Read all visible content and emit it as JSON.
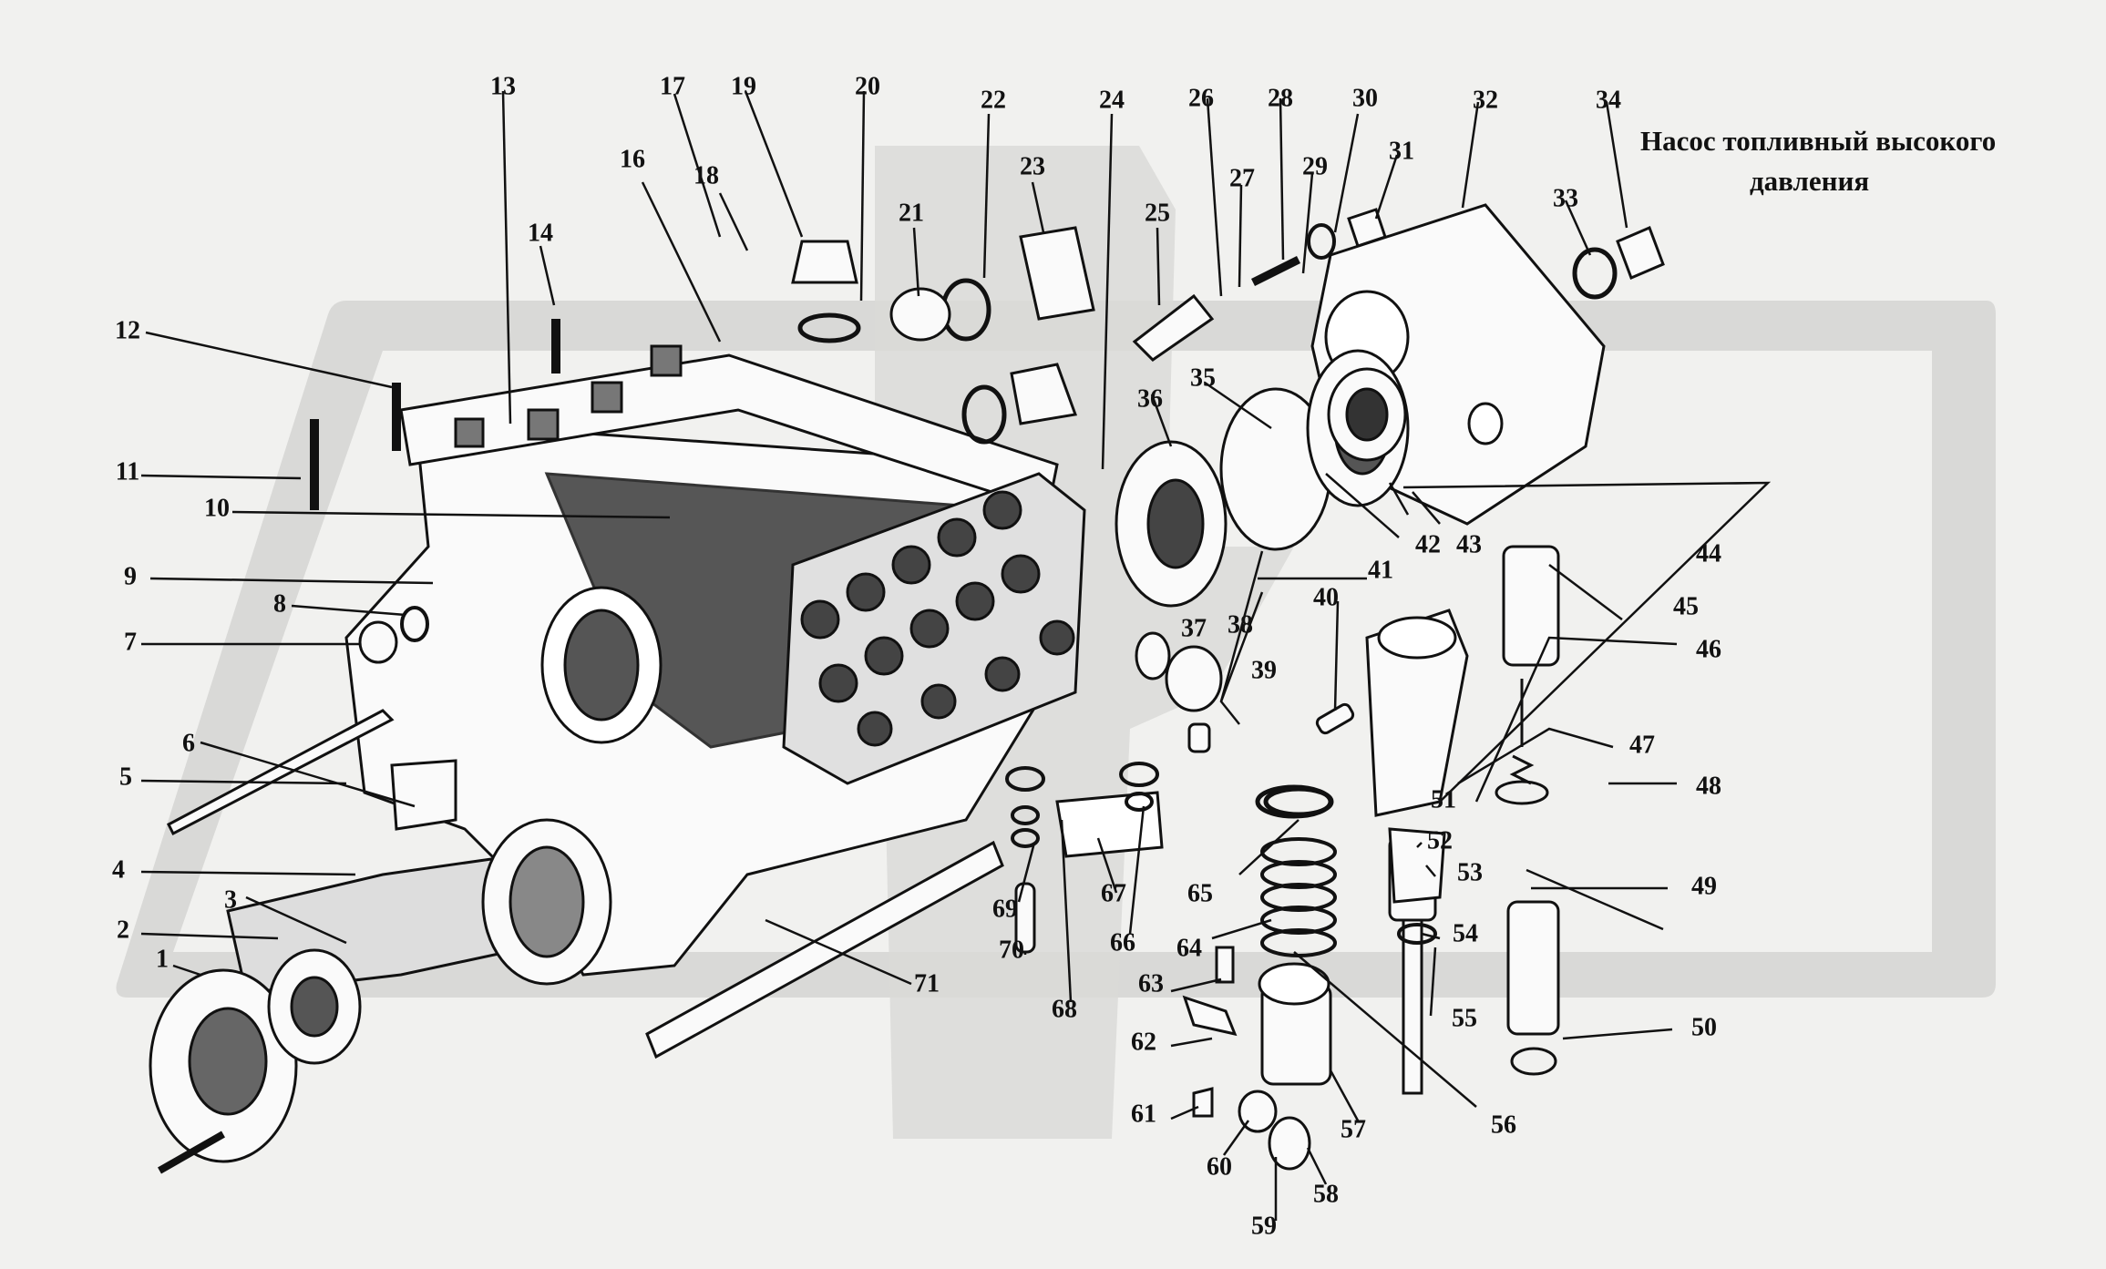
{
  "title": {
    "line1": "Насос топливный высокого",
    "line2": "давления"
  },
  "colors": {
    "background": "#f1f1ef",
    "watermark": "#d9d9d7",
    "ink": "#111111",
    "part_fill": "#fafafa",
    "part_shade": "#3a3a3a"
  },
  "parts": [
    "1",
    "2",
    "3",
    "4",
    "5",
    "6",
    "7",
    "8",
    "9",
    "10",
    "11",
    "12",
    "13",
    "14",
    "16",
    "17",
    "18",
    "19",
    "20",
    "21",
    "22",
    "23",
    "24",
    "25",
    "26",
    "27",
    "28",
    "29",
    "30",
    "31",
    "32",
    "33",
    "34",
    "35",
    "36",
    "37",
    "38",
    "39",
    "40",
    "41",
    "42",
    "43",
    "44",
    "45",
    "46",
    "47",
    "48",
    "49",
    "50",
    "51",
    "52",
    "53",
    "54",
    "55",
    "56",
    "57",
    "58",
    "59",
    "60",
    "61",
    "62",
    "63",
    "64",
    "65",
    "66",
    "67",
    "68",
    "69",
    "70",
    "71"
  ]
}
